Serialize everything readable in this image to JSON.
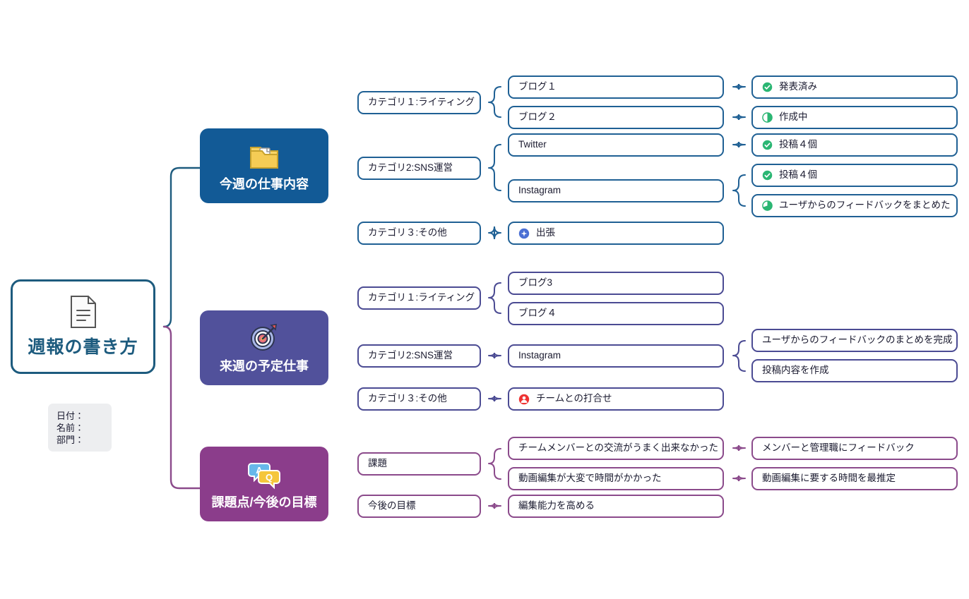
{
  "root": {
    "title": "週報の書き方",
    "icon": "document-icon"
  },
  "info_box": {
    "lines": [
      "日付：",
      "名前：",
      "部門："
    ]
  },
  "colors": {
    "root_border": "#1d5b7e",
    "branch1": "#125a96",
    "branch2": "#51519b",
    "branch3": "#8b3d8b",
    "blue_border": "#1f6094",
    "indigo_border": "#4b4b93",
    "plum_border": "#8b4a8b",
    "status_done": "#2bb673",
    "travel_icon": "#4a6fd4",
    "meeting_icon": "#ee3333",
    "info_bg": "#edeef0"
  },
  "branches": [
    {
      "label": "今週の仕事内容",
      "icon": "folder-document-icon",
      "color": "#125a96",
      "categories": [
        {
          "label": "カテゴリ１:ライティング",
          "items": [
            {
              "label": "ブログ１",
              "status": {
                "label": "発表済み",
                "icon": "check-circle-icon"
              }
            },
            {
              "label": "ブログ２",
              "status": {
                "label": "作成中",
                "icon": "half-circle-icon"
              }
            }
          ]
        },
        {
          "label": "カテゴリ2:SNS運営",
          "items": [
            {
              "label": "Twitter",
              "status": {
                "label": "投稿４個",
                "icon": "check-circle-icon"
              }
            },
            {
              "label": "Instagram",
              "status_multi": [
                {
                  "label": "投稿４個",
                  "icon": "check-circle-icon"
                },
                {
                  "label": "ユーザからのフィードバックをまとめた",
                  "icon": "pie-circle-icon"
                }
              ]
            }
          ]
        },
        {
          "label": "カテゴリ３:その他",
          "items": [
            {
              "label": "出張",
              "icon": "airplane-circle-icon"
            }
          ]
        }
      ]
    },
    {
      "label": "来週の予定仕事",
      "icon": "target-dart-icon",
      "color": "#51519b",
      "categories": [
        {
          "label": "カテゴリ１:ライティング",
          "items": [
            {
              "label": "ブログ3"
            },
            {
              "label": "ブログ４"
            }
          ]
        },
        {
          "label": "カテゴリ2:SNS運営",
          "items": [
            {
              "label": "Instagram",
              "status_multi": [
                {
                  "label": "ユーザからのフィードバックのまとめを完成"
                },
                {
                  "label": "投稿内容を作成"
                }
              ]
            }
          ]
        },
        {
          "label": "カテゴリ３:その他",
          "items": [
            {
              "label": "チームとの打合せ",
              "icon": "person-circle-icon"
            }
          ]
        }
      ]
    },
    {
      "label": "課題点/今後の目標",
      "icon": "qa-speech-bubbles-icon",
      "color": "#8b3d8b",
      "categories": [
        {
          "label": "課題",
          "items": [
            {
              "label": "チームメンバーとの交流がうまく出来なかった",
              "status": {
                "label": "メンバーと管理職にフィードバック"
              }
            },
            {
              "label": "動画編集が大変で時間がかかった",
              "status": {
                "label": "動画編集に要する時間を最推定"
              }
            }
          ]
        },
        {
          "label": "今後の目標",
          "items": [
            {
              "label": "編集能力を高める"
            }
          ]
        }
      ]
    }
  ]
}
